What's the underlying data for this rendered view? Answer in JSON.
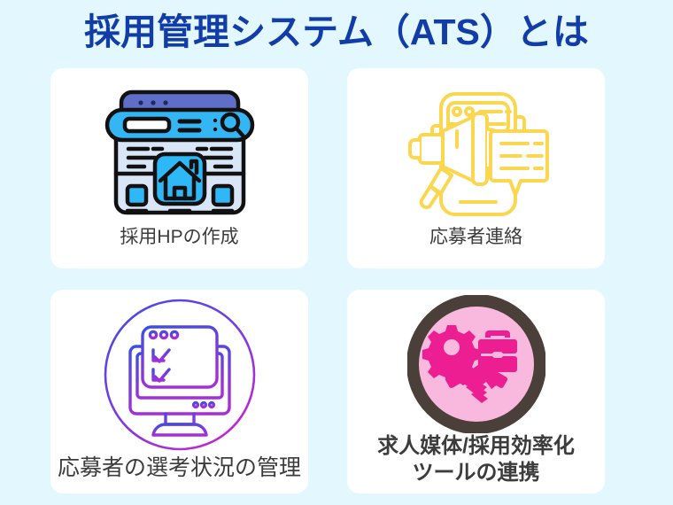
{
  "page": {
    "background_color": "#e3f8fe",
    "title": "採用管理システム（ATS）とは",
    "title_color": "#123ca8"
  },
  "cards": [
    {
      "id": "recruit-hp",
      "label": "採用HPの作成",
      "icon_name": "browser-window-house-icon",
      "icon_colors": {
        "top_bar": "#5f6fc8",
        "address_bar": "#34b6f5",
        "body": "#d9e6f7",
        "accent": "#2fb8f7",
        "outline": "#111111"
      },
      "label_bold": false
    },
    {
      "id": "applicant-contact",
      "label": "応募者連絡",
      "icon_name": "smartphone-megaphone-chat-icon",
      "icon_colors": {
        "line": "#fad74f"
      },
      "label_bold": false
    },
    {
      "id": "selection-status",
      "label": "応募者の選考状況の管理",
      "icon_name": "monitor-checklist-circle-icon",
      "icon_colors": {
        "gradient_start": "#3b4ee8",
        "gradient_end": "#c026d3"
      },
      "label_bold": false
    },
    {
      "id": "tool-integration",
      "label_lines": [
        "求人媒体/採用効率化",
        "ツールの連携"
      ],
      "icon_name": "gear-briefcase-handshake-circle-icon",
      "icon_colors": {
        "ring": "#4a3f39",
        "fill": "#f9b8dd",
        "symbol": "#ed1e91"
      },
      "label_bold": true
    }
  ]
}
